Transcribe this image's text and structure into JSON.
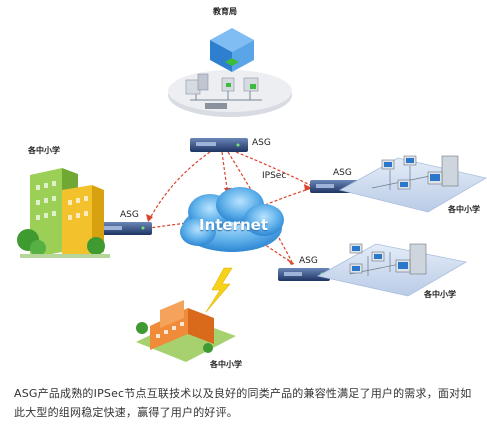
{
  "diagram": {
    "nodes": {
      "bureau": "教育局",
      "school_left": "各中小学",
      "school_right_top": "各中小学",
      "school_right_bottom": "各中小学",
      "school_bottom": "各中小学",
      "internet": "Internet",
      "asg_top": "ASG",
      "asg_left": "ASG",
      "asg_right_top": "ASG",
      "asg_right_bottom": "ASG"
    },
    "link_label": "IPSec"
  },
  "caption": "ASG产品成熟的IPSec节点互联技术以及良好的同类产品的兼容性满足了用户的需求，面对如此大型的组网稳定快速，赢得了用户的好评。",
  "colors": {
    "vpn_link": "#d9442b",
    "cloud": "#5fb0ea",
    "platform": "#c9d8ee",
    "building_green": "#8dc63f",
    "building_yellow": "#f3c12b"
  }
}
